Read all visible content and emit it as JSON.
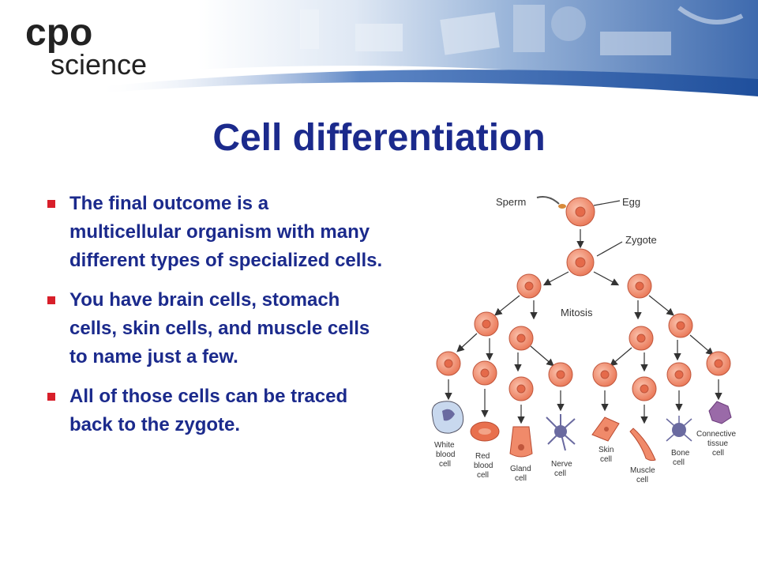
{
  "brand": {
    "line1": "cpo",
    "line2": "science"
  },
  "title": "Cell differentiation",
  "bullets": [
    "The final outcome is a multicellular organism with many different types of specialized cells.",
    "You have brain cells, stomach cells, skin cells, and muscle cells to name just a few.",
    "All of those cells can be traced back to the zygote."
  ],
  "diagram": {
    "labels": {
      "sperm": "Sperm",
      "egg": "Egg",
      "zygote": "Zygote",
      "mitosis": "Mitosis",
      "white_blood_cell": [
        "White",
        "blood",
        "cell"
      ],
      "red_blood_cell": [
        "Red",
        "blood",
        "cell"
      ],
      "gland_cell": [
        "Gland",
        "cell"
      ],
      "nerve_cell": [
        "Nerve",
        "cell"
      ],
      "skin_cell": [
        "Skin",
        "cell"
      ],
      "muscle_cell": [
        "Muscle",
        "cell"
      ],
      "bone_cell": [
        "Bone",
        "cell"
      ],
      "connective_tissue_cell": [
        "Connective",
        "tissue",
        "cell"
      ]
    },
    "colors": {
      "cell_fill": "#f08a6a",
      "cell_outline": "#c0563c",
      "nucleus": "#e56a4a",
      "neuron": "#6a6aa0",
      "white_blood": "#c8d8ee"
    }
  },
  "colors": {
    "title": "#1b2a8c",
    "bullet_text": "#1b2a8c",
    "bullet_marker": "#d81f2a",
    "banner_blue": "#2f5fa8"
  }
}
